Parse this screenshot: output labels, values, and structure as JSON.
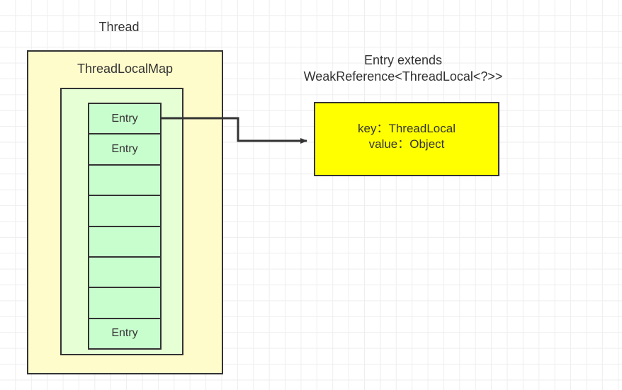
{
  "diagram": {
    "title": "ThreadLocalMap Entry structure",
    "colors": {
      "thread_box_fill": "#fffccc",
      "map_box_fill": "#e6ffd5",
      "entry_cell_fill": "#c8fdcd",
      "entry_object_fill": "#ffff00",
      "stroke": "#333333",
      "grid_line": "#eeeeee",
      "background": "#ffffff"
    },
    "thread": {
      "label": "Thread"
    },
    "thread_local_map": {
      "label": "ThreadLocalMap",
      "entries": [
        {
          "label": "Entry"
        },
        {
          "label": "Entry"
        },
        {
          "label": ""
        },
        {
          "label": ""
        },
        {
          "label": ""
        },
        {
          "label": ""
        },
        {
          "label": ""
        },
        {
          "label": "Entry"
        }
      ]
    },
    "entry_class": {
      "title_line1": "Entry extends",
      "title_line2": "WeakReference<ThreadLocal<?>>",
      "fields": "key：ThreadLocal\nvalue：Object"
    },
    "connector": {
      "name": "entry-reference-arrow",
      "from": "first Entry cell",
      "to": "Entry object box"
    }
  }
}
